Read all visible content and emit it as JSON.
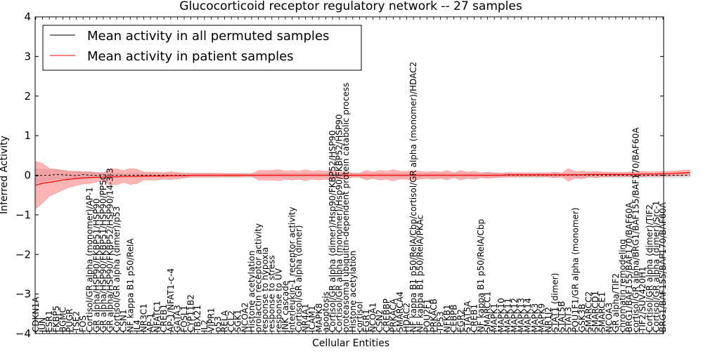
{
  "chart_data": {
    "type": "line",
    "title": "Glucocorticoid receptor regulatory network -- 27 samples",
    "xlabel": "Cellular Entities",
    "ylabel": "Inferred Activity",
    "ylim": [
      -4,
      4
    ],
    "yticks": [
      -4,
      -3,
      -2,
      -1,
      0,
      1,
      2,
      3,
      4
    ],
    "grid": false,
    "legend_position": "top-left",
    "categories": [
      "CDKN1A",
      "JUN",
      "ESR1",
      "FKBP5",
      "BGMC",
      "PUGR",
      "TSE2",
      "FOS",
      "Cortisol/GR alpha (monomer)/AP-1",
      "GR alpha/HSP90/FKBP51/HSP90",
      "GR alpha/HSP90/FKBP51/HSP90/PP5C",
      "GR alpha/HSP90/FKBP52/HSP90/14-3-3",
      "Cortisol/GR alpha (dimer)/p53",
      "CSN1",
      "NF kappa B1 p50/RelA",
      "IL4",
      "NR3C1",
      "AP-1",
      "NFATC1",
      "CREB1",
      "AP-1/NFAT1-c-4",
      "GATA3",
      "FOSL1",
      "CYP11B2",
      "TBX21",
      "IL2",
      "VIPR1",
      "p53",
      "RELA",
      "CCL2",
      "SGK1",
      "NCOA2",
      "Histone acetylation",
      "prolactin receptor activity",
      "response to hypoxia",
      "response to stress",
      "response to UV",
      "JNK cascade",
      "interleukin-1 receptor activity",
      "Cortisol/GR alpha (dimer)",
      "NR4A1",
      "ICAM1",
      "MAPK8",
      "apoptosis",
      "Cortisol/GR alpha (dimer)/Hsp90/FKBP52/HSP90",
      "Cortisol/GR alpha (monomer)/Hsp90/FKBP52/HSP90",
      "proteasomal ubiquitin-dependent protein catabolic process",
      "Histone acetylation",
      "cortisol",
      "EGR1",
      "NCOA1",
      "CSN2",
      "CREBBP",
      "PRKACA",
      "SMARCA4",
      "HDAC2",
      "NF kappa B1 p50/RelA/Cbp/cortisol/GR alpha (monomer)/HDAC2",
      "NF kappa B1 p50/RelA/PKAc",
      "POU2F1",
      "PRKACB",
      "TP53",
      "NFKB1",
      "CEBPB",
      "EGR2",
      "STAT5A",
      "CREB1",
      "NF kappa B1 p50/RelA/Cbp",
      "SMARCC1",
      "MAPK1",
      "MAPK10",
      "MAPK11",
      "MAPK12",
      "MAPK13",
      "MAPK14",
      "MAPK3",
      "MAPK9",
      "NR1I2",
      "STAT1 (dimer)",
      "STAT5B",
      "STAT3",
      "POU1F1/GR alpha (monomer)",
      "GSK3B",
      "SMARCC2",
      "SMARCD1",
      "SMARCE1",
      "NCOA3",
      "GR alpha/TIF2",
      "chromatin remodeling",
      "BRG1/BAF155/BAF170/BAF60A",
      "cortisol/GR alpha/BRG1/BAF155/BAF170/BAF60A",
      "TIF2/SUV420H1",
      "Cortisol/GR alpha (dimer)/TIF2",
      "Cortisol/GR alpha (dimer)/Src-1",
      "BRG1/BAF155/BAF170/BAF60A"
    ],
    "series": [
      {
        "name": "Mean activity in all permuted samples",
        "color": "#000000",
        "style": "dashed",
        "values": [
          -0.02,
          0.0,
          0.0,
          0.02,
          0.01,
          0.0,
          -0.01,
          0.02,
          0.0,
          0.0,
          0.01,
          0.0,
          0.0,
          0.0,
          0.0,
          0.0,
          0.0,
          0.0,
          0.0,
          0.0,
          0.0,
          0.0,
          0.0,
          0.0,
          0.0,
          0.0,
          0.0,
          0.0,
          0.0,
          0.0,
          0.0,
          0.0,
          0.0,
          0.0,
          0.0,
          0.0,
          0.0,
          0.0,
          0.0,
          0.0,
          0.0,
          0.0,
          0.0,
          0.0,
          0.0,
          0.0,
          0.0,
          0.0,
          0.0,
          0.0,
          0.0,
          0.0,
          0.0,
          0.0,
          0.0,
          0.0,
          0.0,
          0.0,
          0.0,
          0.0,
          0.0,
          0.0,
          0.0,
          0.0,
          0.0,
          0.0,
          0.0,
          0.0,
          0.0,
          0.0,
          0.0,
          0.0,
          0.0,
          0.0,
          0.0,
          0.0,
          0.0,
          0.0,
          0.0,
          0.0,
          0.0,
          0.0,
          0.0,
          0.0,
          0.0,
          0.0,
          0.0,
          0.0,
          0.0,
          0.0,
          0.0,
          0.0,
          0.0,
          0.0,
          0.0,
          0.0,
          0.0,
          0.0
        ],
        "band": [
          0.18,
          0.15,
          0.14,
          0.12,
          0.1,
          0.1,
          0.1,
          0.08,
          0.08,
          0.07,
          0.07,
          0.06,
          0.06,
          0.05,
          0.05,
          0.05,
          0.05,
          0.05,
          0.05,
          0.05,
          0.05,
          0.05,
          0.05,
          0.05,
          0.05,
          0.05,
          0.05,
          0.05,
          0.05,
          0.05,
          0.05,
          0.05,
          0.05,
          0.05,
          0.05,
          0.05,
          0.05,
          0.05,
          0.05,
          0.05,
          0.05,
          0.05,
          0.05,
          0.05,
          0.05,
          0.05,
          0.05,
          0.05,
          0.05,
          0.05,
          0.05,
          0.05,
          0.05,
          0.05,
          0.05,
          0.05,
          0.05,
          0.05,
          0.05,
          0.05,
          0.05,
          0.05,
          0.05,
          0.05,
          0.05,
          0.05,
          0.05,
          0.05,
          0.05,
          0.05,
          0.05,
          0.05,
          0.05,
          0.05,
          0.05,
          0.05,
          0.05,
          0.05,
          0.05,
          0.05,
          0.05,
          0.05,
          0.05,
          0.05,
          0.05,
          0.05,
          0.05,
          0.05,
          0.05,
          0.05,
          0.05,
          0.05,
          0.05,
          0.05,
          0.05,
          0.05,
          0.05,
          0.05
        ]
      },
      {
        "name": "Mean activity in patient samples",
        "color": "#ff0000",
        "style": "solid",
        "values": [
          -0.25,
          -0.2,
          -0.18,
          -0.15,
          -0.12,
          -0.1,
          -0.08,
          -0.07,
          -0.06,
          -0.05,
          -0.05,
          -0.04,
          -0.04,
          -0.03,
          -0.03,
          -0.03,
          -0.02,
          -0.02,
          -0.02,
          -0.02,
          -0.01,
          -0.01,
          -0.01,
          0.0,
          0.0,
          0.0,
          0.0,
          0.0,
          0.0,
          0.0,
          0.0,
          0.0,
          0.0,
          0.0,
          0.0,
          0.0,
          0.0,
          0.0,
          0.0,
          0.0,
          0.0,
          0.0,
          0.0,
          0.0,
          0.0,
          0.0,
          0.0,
          0.0,
          0.0,
          0.0,
          0.0,
          0.0,
          0.0,
          0.0,
          0.0,
          0.0,
          0.0,
          0.0,
          0.0,
          0.0,
          0.0,
          0.0,
          0.0,
          0.0,
          0.0,
          0.0,
          0.0,
          0.0,
          0.0,
          0.0,
          0.01,
          0.01,
          0.01,
          0.01,
          0.01,
          0.01,
          0.01,
          0.01,
          0.01,
          0.01,
          0.01,
          0.01,
          0.02,
          0.02,
          0.02,
          0.02,
          0.02,
          0.02,
          0.02,
          0.02,
          0.03,
          0.03,
          0.03,
          0.04,
          0.04,
          0.05,
          0.06,
          0.07
        ],
        "band": [
          0.6,
          0.5,
          0.35,
          0.3,
          0.25,
          0.2,
          0.18,
          0.15,
          0.15,
          0.12,
          0.1,
          0.2,
          0.2,
          0.15,
          0.2,
          0.18,
          0.1,
          0.1,
          0.1,
          0.08,
          0.1,
          0.08,
          0.06,
          0.05,
          0.05,
          0.05,
          0.05,
          0.05,
          0.04,
          0.04,
          0.04,
          0.03,
          0.03,
          0.12,
          0.12,
          0.12,
          0.14,
          0.1,
          0.12,
          0.1,
          0.14,
          0.1,
          0.12,
          0.1,
          0.12,
          0.08,
          0.1,
          0.05,
          0.05,
          0.12,
          0.08,
          0.12,
          0.1,
          0.14,
          0.1,
          0.1,
          0.12,
          0.1,
          0.08,
          0.1,
          0.08,
          0.12,
          0.06,
          0.12,
          0.08,
          0.1,
          0.06,
          0.08,
          0.06,
          0.05,
          0.06,
          0.05,
          0.05,
          0.05,
          0.05,
          0.05,
          0.05,
          0.07,
          0.05,
          0.16,
          0.08,
          0.1,
          0.06,
          0.08,
          0.06,
          0.06,
          0.05,
          0.05,
          0.06,
          0.06,
          0.07,
          0.05,
          0.06,
          0.06,
          0.06,
          0.06,
          0.07,
          0.06
        ]
      }
    ]
  }
}
